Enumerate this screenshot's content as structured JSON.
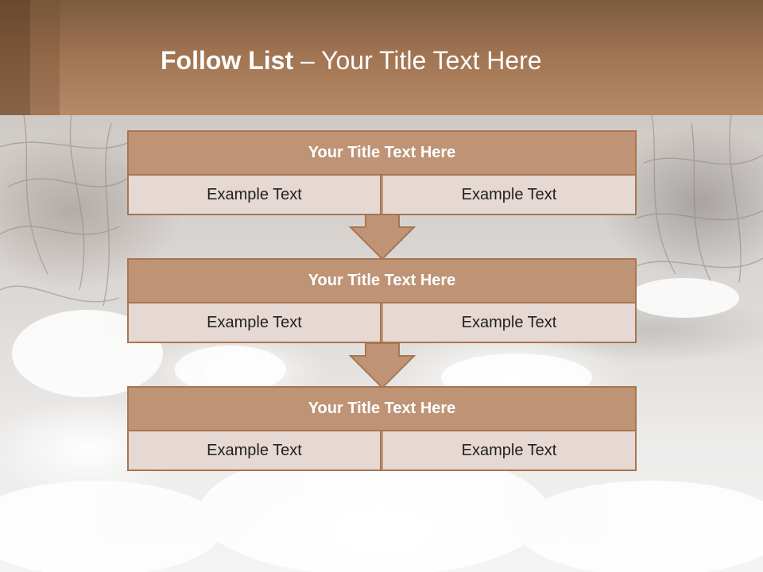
{
  "slide": {
    "title_bold": "Follow List",
    "title_rest": " – Your Title Text Here"
  },
  "steps": [
    {
      "title": "Your Title Text Here",
      "left": "Example Text",
      "right": "Example Text"
    },
    {
      "title": "Your Title Text Here",
      "left": "Example Text",
      "right": "Example Text"
    },
    {
      "title": "Your Title Text Here",
      "left": "Example Text",
      "right": "Example Text"
    }
  ],
  "colors": {
    "header_brown": "#a27553",
    "box_title": "#bf9476",
    "box_border": "#a77550",
    "cell_fill": "#e6d8d2",
    "arrow_fill": "#bf9476"
  },
  "icons": [
    "down-arrow-icon",
    "down-arrow-icon"
  ]
}
